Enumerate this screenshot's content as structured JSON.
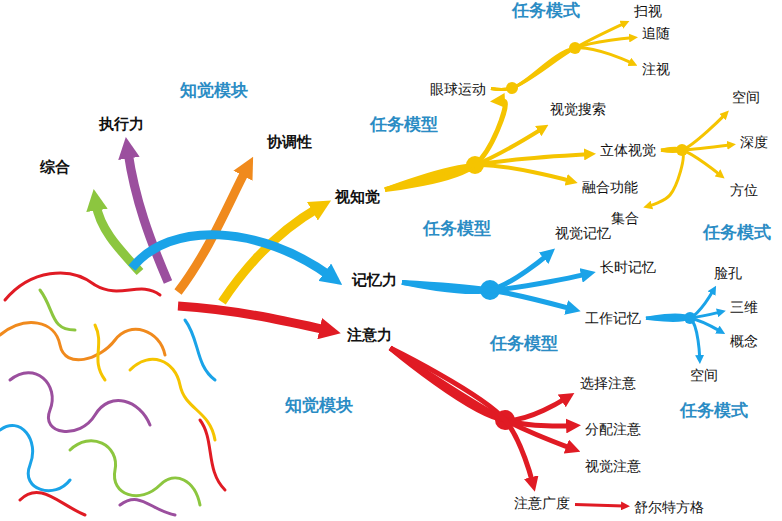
{
  "diagram": {
    "nodes": [
      {
        "text": [
          "综合"
        ]
      },
      {
        "text": [
          "执行力"
        ]
      },
      {
        "text": [
          "协调性"
        ]
      },
      {
        "text": [
          "视知觉"
        ]
      },
      {
        "text": [
          "记忆力"
        ]
      },
      {
        "text": [
          "注意力"
        ]
      },
      {
        "text": [
          "眼球运动"
        ]
      },
      {
        "text": [
          "扫视"
        ]
      },
      {
        "text": [
          "追随"
        ]
      },
      {
        "text": [
          "注视"
        ]
      },
      {
        "text": [
          "视觉搜索"
        ]
      },
      {
        "text": [
          "立体视觉"
        ]
      },
      {
        "text": [
          "空间"
        ]
      },
      {
        "text": [
          "深度"
        ]
      },
      {
        "text": [
          "方位"
        ]
      },
      {
        "text": [
          "融合功能"
        ]
      },
      {
        "text": [
          "集合"
        ]
      },
      {
        "text": [
          "视觉记忆"
        ]
      },
      {
        "text": [
          "长时记忆"
        ]
      },
      {
        "text": [
          "工作记忆"
        ]
      },
      {
        "text": [
          "脸孔"
        ]
      },
      {
        "text": [
          "三维"
        ]
      },
      {
        "text": [
          "概念"
        ]
      },
      {
        "text": [
          "空间"
        ]
      },
      {
        "text": [
          "选择注意"
        ]
      },
      {
        "text": [
          "分配注意"
        ]
      },
      {
        "text": [
          "视觉注意"
        ]
      },
      {
        "text": [
          "注意广度"
        ]
      },
      {
        "text": [
          "舒尔特方格"
        ]
      }
    ],
    "edges": [
      {
        "from": 3,
        "to": 6,
        "arrow": "to"
      },
      {
        "from": 3,
        "to": 10,
        "arrow": "to"
      },
      {
        "from": 3,
        "to": 11,
        "arrow": "to"
      },
      {
        "from": 3,
        "to": 15,
        "arrow": "to"
      },
      {
        "from": 6,
        "to": 7,
        "arrow": "to"
      },
      {
        "from": 6,
        "to": 8,
        "arrow": "to"
      },
      {
        "from": 6,
        "to": 9,
        "arrow": "to"
      },
      {
        "from": 11,
        "to": 12,
        "arrow": "to"
      },
      {
        "from": 11,
        "to": 13,
        "arrow": "to"
      },
      {
        "from": 11,
        "to": 14,
        "arrow": "to"
      },
      {
        "from": 11,
        "to": 16,
        "arrow": "to"
      },
      {
        "from": 4,
        "to": 17,
        "arrow": "to"
      },
      {
        "from": 4,
        "to": 18,
        "arrow": "to"
      },
      {
        "from": 4,
        "to": 19,
        "arrow": "to"
      },
      {
        "from": 19,
        "to": 20,
        "arrow": "to"
      },
      {
        "from": 19,
        "to": 21,
        "arrow": "to"
      },
      {
        "from": 19,
        "to": 22,
        "arrow": "to"
      },
      {
        "from": 19,
        "to": 23,
        "arrow": "to"
      },
      {
        "from": 5,
        "to": 24,
        "arrow": "to"
      },
      {
        "from": 5,
        "to": 25,
        "arrow": "to"
      },
      {
        "from": 5,
        "to": 26,
        "arrow": "to"
      },
      {
        "from": 5,
        "to": 27,
        "arrow": "to"
      },
      {
        "from": 27,
        "to": 28,
        "arrow": "to"
      }
    ],
    "labels": [
      "任务模式",
      "知觉模块",
      "任务模型",
      "任务模型",
      "任务模式",
      "任务模型",
      "知觉模块",
      "任务模式"
    ]
  }
}
